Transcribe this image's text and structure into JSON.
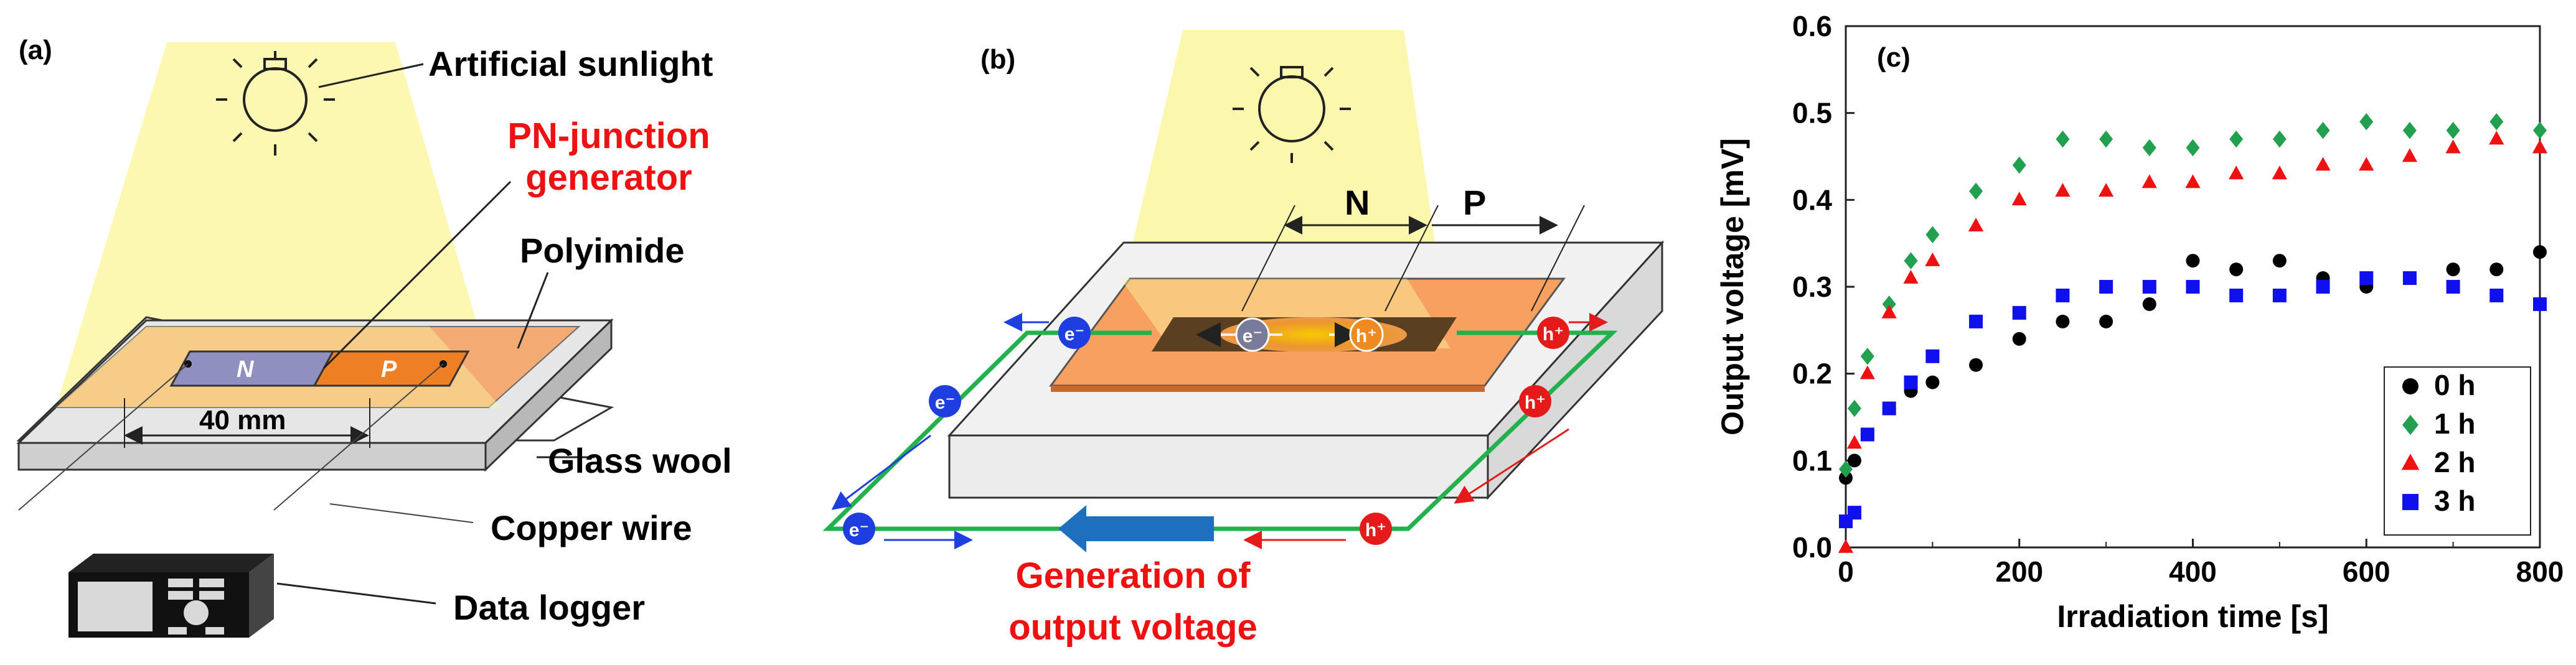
{
  "panel_a": {
    "label": "(a)",
    "sun_label": "Artificial sunlight",
    "gen_label_1": "PN-junction",
    "gen_label_2": "generator",
    "polyimide": "Polyimide",
    "n": "N",
    "p": "P",
    "dimension": "40 mm",
    "glass_wool": "Glass wool",
    "copper_wire": "Copper wire",
    "data_logger": "Data logger"
  },
  "panel_b": {
    "label": "(b)",
    "n": "N",
    "p": "P",
    "electron": "e⁻",
    "hole": "h⁺",
    "caption_1": "Generation of",
    "caption_2": "output voltage"
  },
  "colors": {
    "light": "#fbf7a5",
    "n_type": "#8f8fc0",
    "p_type": "#ef7f25",
    "polyimide": "#f7a060",
    "wire": "#22b14c",
    "electron": "#1f3ee0",
    "hole": "#e51b1b",
    "red_text": "#ee1111",
    "arrow_blue": "#1f6fbf"
  },
  "chart_data": {
    "type": "scatter",
    "title": "(c)",
    "xlabel": "Irradiation time [s]",
    "ylabel": "Output voltage [mV]",
    "xlim": [
      0,
      800
    ],
    "ylim": [
      0,
      0.6
    ],
    "xticks": [
      0,
      200,
      400,
      600,
      800
    ],
    "yticks": [
      0.0,
      0.1,
      0.2,
      0.3,
      0.4,
      0.5,
      0.6
    ],
    "ytick_labels": [
      "0.0",
      "0.1",
      "0.2",
      "0.3",
      "0.4",
      "0.5",
      "0.6"
    ],
    "legend_position": "bottom-right",
    "series": [
      {
        "name": "0 h",
        "marker": "circle",
        "color": "#000000",
        "x": [
          0,
          10,
          25,
          50,
          75,
          100,
          150,
          200,
          250,
          300,
          350,
          400,
          450,
          500,
          550,
          600,
          650,
          700,
          750,
          800
        ],
        "y": [
          0.08,
          0.1,
          0.13,
          0.16,
          0.18,
          0.19,
          0.21,
          0.24,
          0.26,
          0.26,
          0.28,
          0.33,
          0.32,
          0.33,
          0.31,
          0.3,
          0.31,
          0.32,
          0.32,
          0.34
        ]
      },
      {
        "name": "1 h",
        "marker": "diamond",
        "color": "#22a050",
        "x": [
          0,
          10,
          25,
          50,
          75,
          100,
          150,
          200,
          250,
          300,
          350,
          400,
          450,
          500,
          550,
          600,
          650,
          700,
          750,
          800
        ],
        "y": [
          0.09,
          0.16,
          0.22,
          0.28,
          0.33,
          0.36,
          0.41,
          0.44,
          0.47,
          0.47,
          0.46,
          0.46,
          0.47,
          0.47,
          0.48,
          0.49,
          0.48,
          0.48,
          0.49,
          0.48
        ]
      },
      {
        "name": "2 h",
        "marker": "triangle",
        "color": "#ee1111",
        "x": [
          0,
          10,
          25,
          50,
          75,
          100,
          150,
          200,
          250,
          300,
          350,
          400,
          450,
          500,
          550,
          600,
          650,
          700,
          750,
          800
        ],
        "y": [
          0.0,
          0.12,
          0.2,
          0.27,
          0.31,
          0.33,
          0.37,
          0.4,
          0.41,
          0.41,
          0.42,
          0.42,
          0.43,
          0.43,
          0.44,
          0.44,
          0.45,
          0.46,
          0.47,
          0.46
        ]
      },
      {
        "name": "3 h",
        "marker": "square",
        "color": "#1010ee",
        "x": [
          0,
          10,
          25,
          50,
          75,
          100,
          150,
          200,
          250,
          300,
          350,
          400,
          450,
          500,
          550,
          600,
          650,
          700,
          750,
          800
        ],
        "y": [
          0.03,
          0.04,
          0.13,
          0.16,
          0.19,
          0.22,
          0.26,
          0.27,
          0.29,
          0.3,
          0.3,
          0.3,
          0.29,
          0.29,
          0.3,
          0.31,
          0.31,
          0.3,
          0.29,
          0.28
        ]
      }
    ]
  }
}
